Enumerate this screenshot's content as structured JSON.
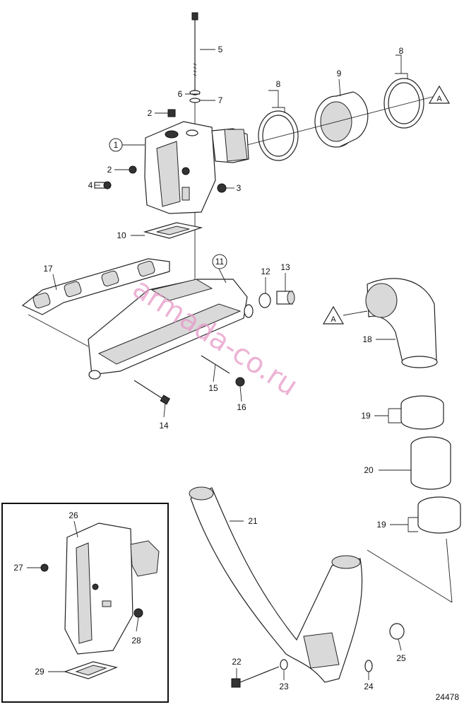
{
  "labels": {
    "l1": "1",
    "l2a": "2",
    "l2b": "2",
    "l3": "3",
    "l4": "4",
    "l5": "5",
    "l6": "6",
    "l7": "7",
    "l8a": "8",
    "l8b": "8",
    "l9": "9",
    "l10": "10",
    "l11": "11",
    "l12": "12",
    "l13": "13",
    "l14": "14",
    "l15": "15",
    "l16": "16",
    "l17": "17",
    "l18": "18",
    "l19a": "19",
    "l19b": "19",
    "l20": "20",
    "l21": "21",
    "l22": "22",
    "l23": "23",
    "l24": "24",
    "l25": "25",
    "l26": "26",
    "l27": "27",
    "l28": "28",
    "l29": "29"
  },
  "refs": {
    "a1": "A",
    "a2": "A"
  },
  "watermark": "armada-co.ru",
  "drawing_number": "24478",
  "colors": {
    "line": "#222222",
    "watermark": "#e79ac8",
    "background": "#ffffff"
  }
}
